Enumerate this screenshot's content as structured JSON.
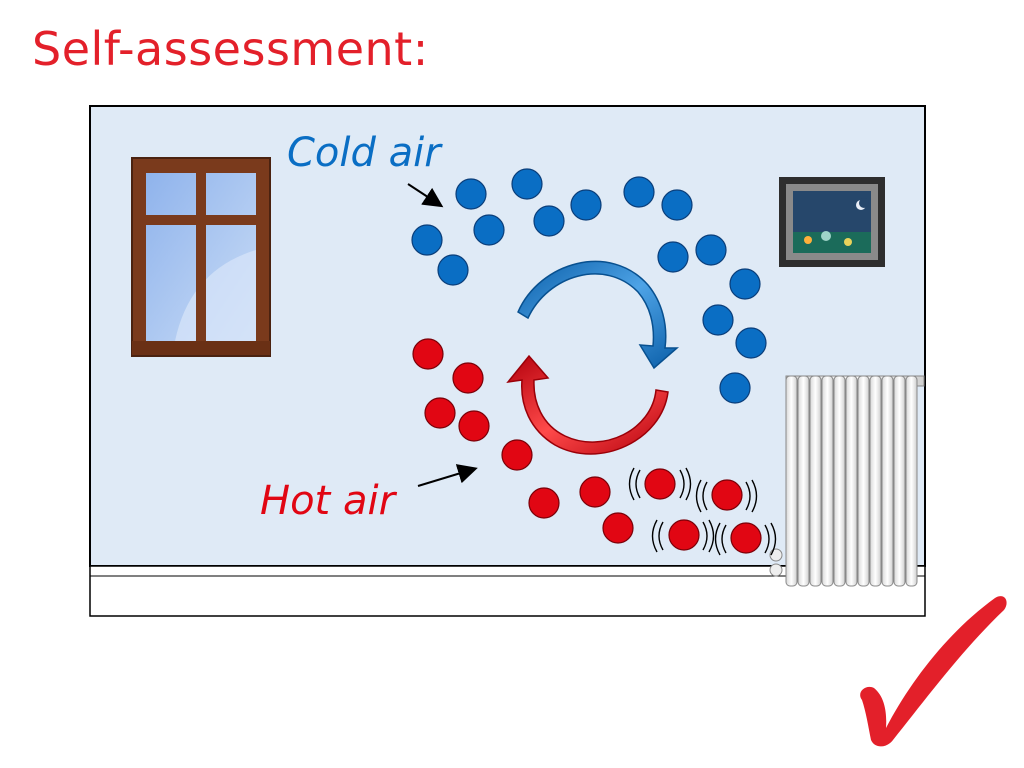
{
  "slide": {
    "title": "Self-assessment:"
  },
  "diagram": {
    "labels": {
      "cold_air": "Cold air",
      "hot_air": "Hot air"
    },
    "colors": {
      "title": "#e3202a",
      "cold_air": "#0a6ec4",
      "hot_air": "#e10613",
      "wall": "#dfeaf6",
      "checkmark": "#e3202a"
    },
    "icons": [
      "window-icon",
      "picture-frame-icon",
      "radiator-icon",
      "convection-arrow-icon",
      "checkmark-icon"
    ]
  }
}
